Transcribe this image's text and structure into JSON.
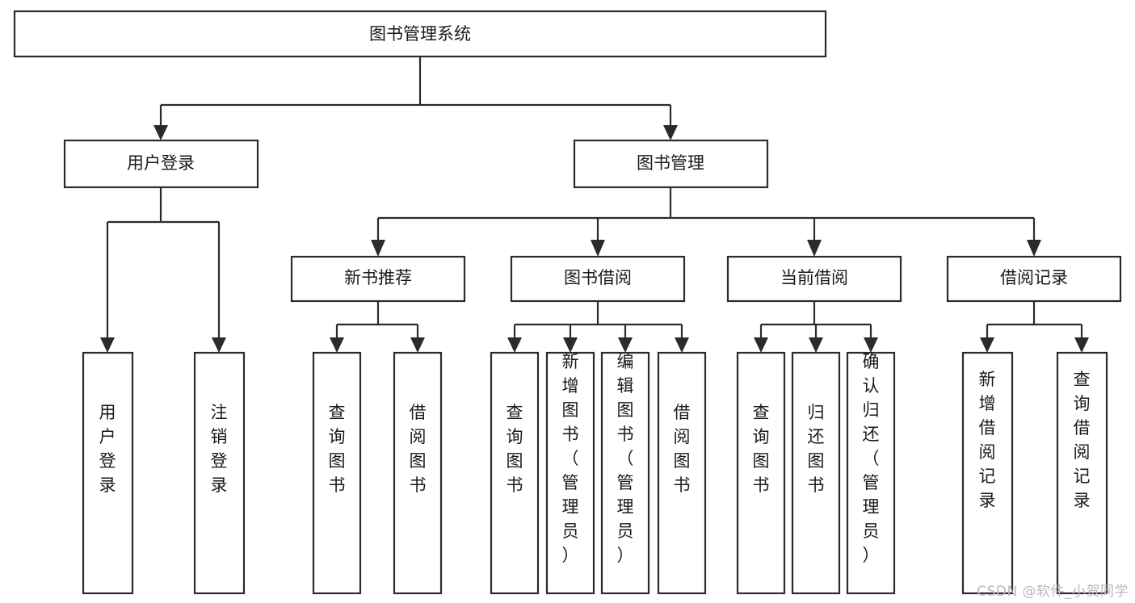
{
  "diagram": {
    "title": "图书管理系统",
    "type": "tree-hierarchy-chart",
    "root": {
      "label": "图书管理系统"
    },
    "level1": [
      {
        "label": "用户登录"
      },
      {
        "label": "图书管理"
      }
    ],
    "level2": [
      {
        "label": "新书推荐"
      },
      {
        "label": "图书借阅"
      },
      {
        "label": "当前借阅"
      },
      {
        "label": "借阅记录"
      }
    ],
    "leaves": {
      "user_login": [
        {
          "label": "用户登录"
        },
        {
          "label": "注销登录"
        }
      ],
      "new_book_recommend": [
        {
          "label": "查询图书"
        },
        {
          "label": "借阅图书"
        }
      ],
      "book_borrow": [
        {
          "label": "查询图书"
        },
        {
          "label": "新增图书（管理员）"
        },
        {
          "label": "编辑图书（管理员）"
        },
        {
          "label": "借阅图书"
        }
      ],
      "current_borrow": [
        {
          "label": "查询图书"
        },
        {
          "label": "归还图书"
        },
        {
          "label": "确认归还（管理员）"
        }
      ],
      "borrow_record": [
        {
          "label": "新增借阅记录"
        },
        {
          "label": "查询借阅记录"
        }
      ]
    }
  },
  "watermark": {
    "text": "CSDN @软件_小贺同学"
  },
  "colors": {
    "box_border": "#2b2b2b",
    "box_fill": "#ffffff",
    "text": "#1a1a1a",
    "connector": "#2b2b2b",
    "watermark": "#b9b9b9",
    "background": "#ffffff"
  }
}
